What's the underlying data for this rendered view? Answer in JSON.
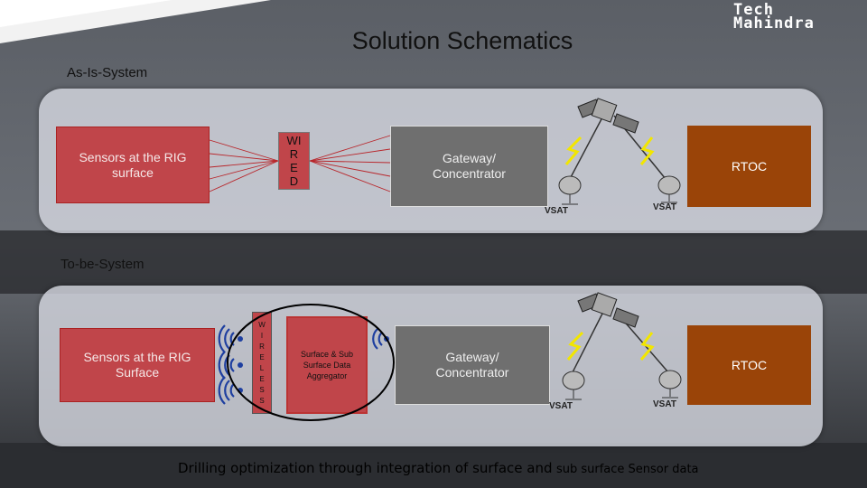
{
  "header": {
    "title": "Solution Schematics",
    "logo_line1": "Tech",
    "logo_line2": "Mahindra"
  },
  "as_is": {
    "label": "As-Is-System",
    "sensors": "Sensors at the RIG surface",
    "wired": [
      "WI",
      "R",
      "E",
      "D"
    ],
    "gateway": [
      "Gateway/",
      "Concentrator"
    ],
    "vsat_left": "VSAT",
    "vsat_right": "VSAT",
    "rtoc": "RTOC"
  },
  "to_be": {
    "label": "To-be-System",
    "sensors": [
      "Sensors at the RIG",
      "Surface"
    ],
    "wireless": [
      "W",
      "I",
      "R",
      "E",
      "L",
      "E",
      "S",
      "S"
    ],
    "aggregator": [
      "Surface & Sub",
      "Surface Data",
      "Aggregator"
    ],
    "gateway": [
      "Gateway/",
      "Concentrator"
    ],
    "vsat_left": "VSAT",
    "vsat_right": "VSAT",
    "rtoc": "RTOC"
  },
  "footer": {
    "part1": "Drilling optimization",
    "part2": "through integration of surface and",
    "part3": "sub surface Sensor data"
  },
  "colors": {
    "sensor_red": "#c0454a",
    "rtoc_brown": "#9a4408",
    "gateway_gray": "#6f6f6f",
    "lightning": "#f2e600"
  }
}
